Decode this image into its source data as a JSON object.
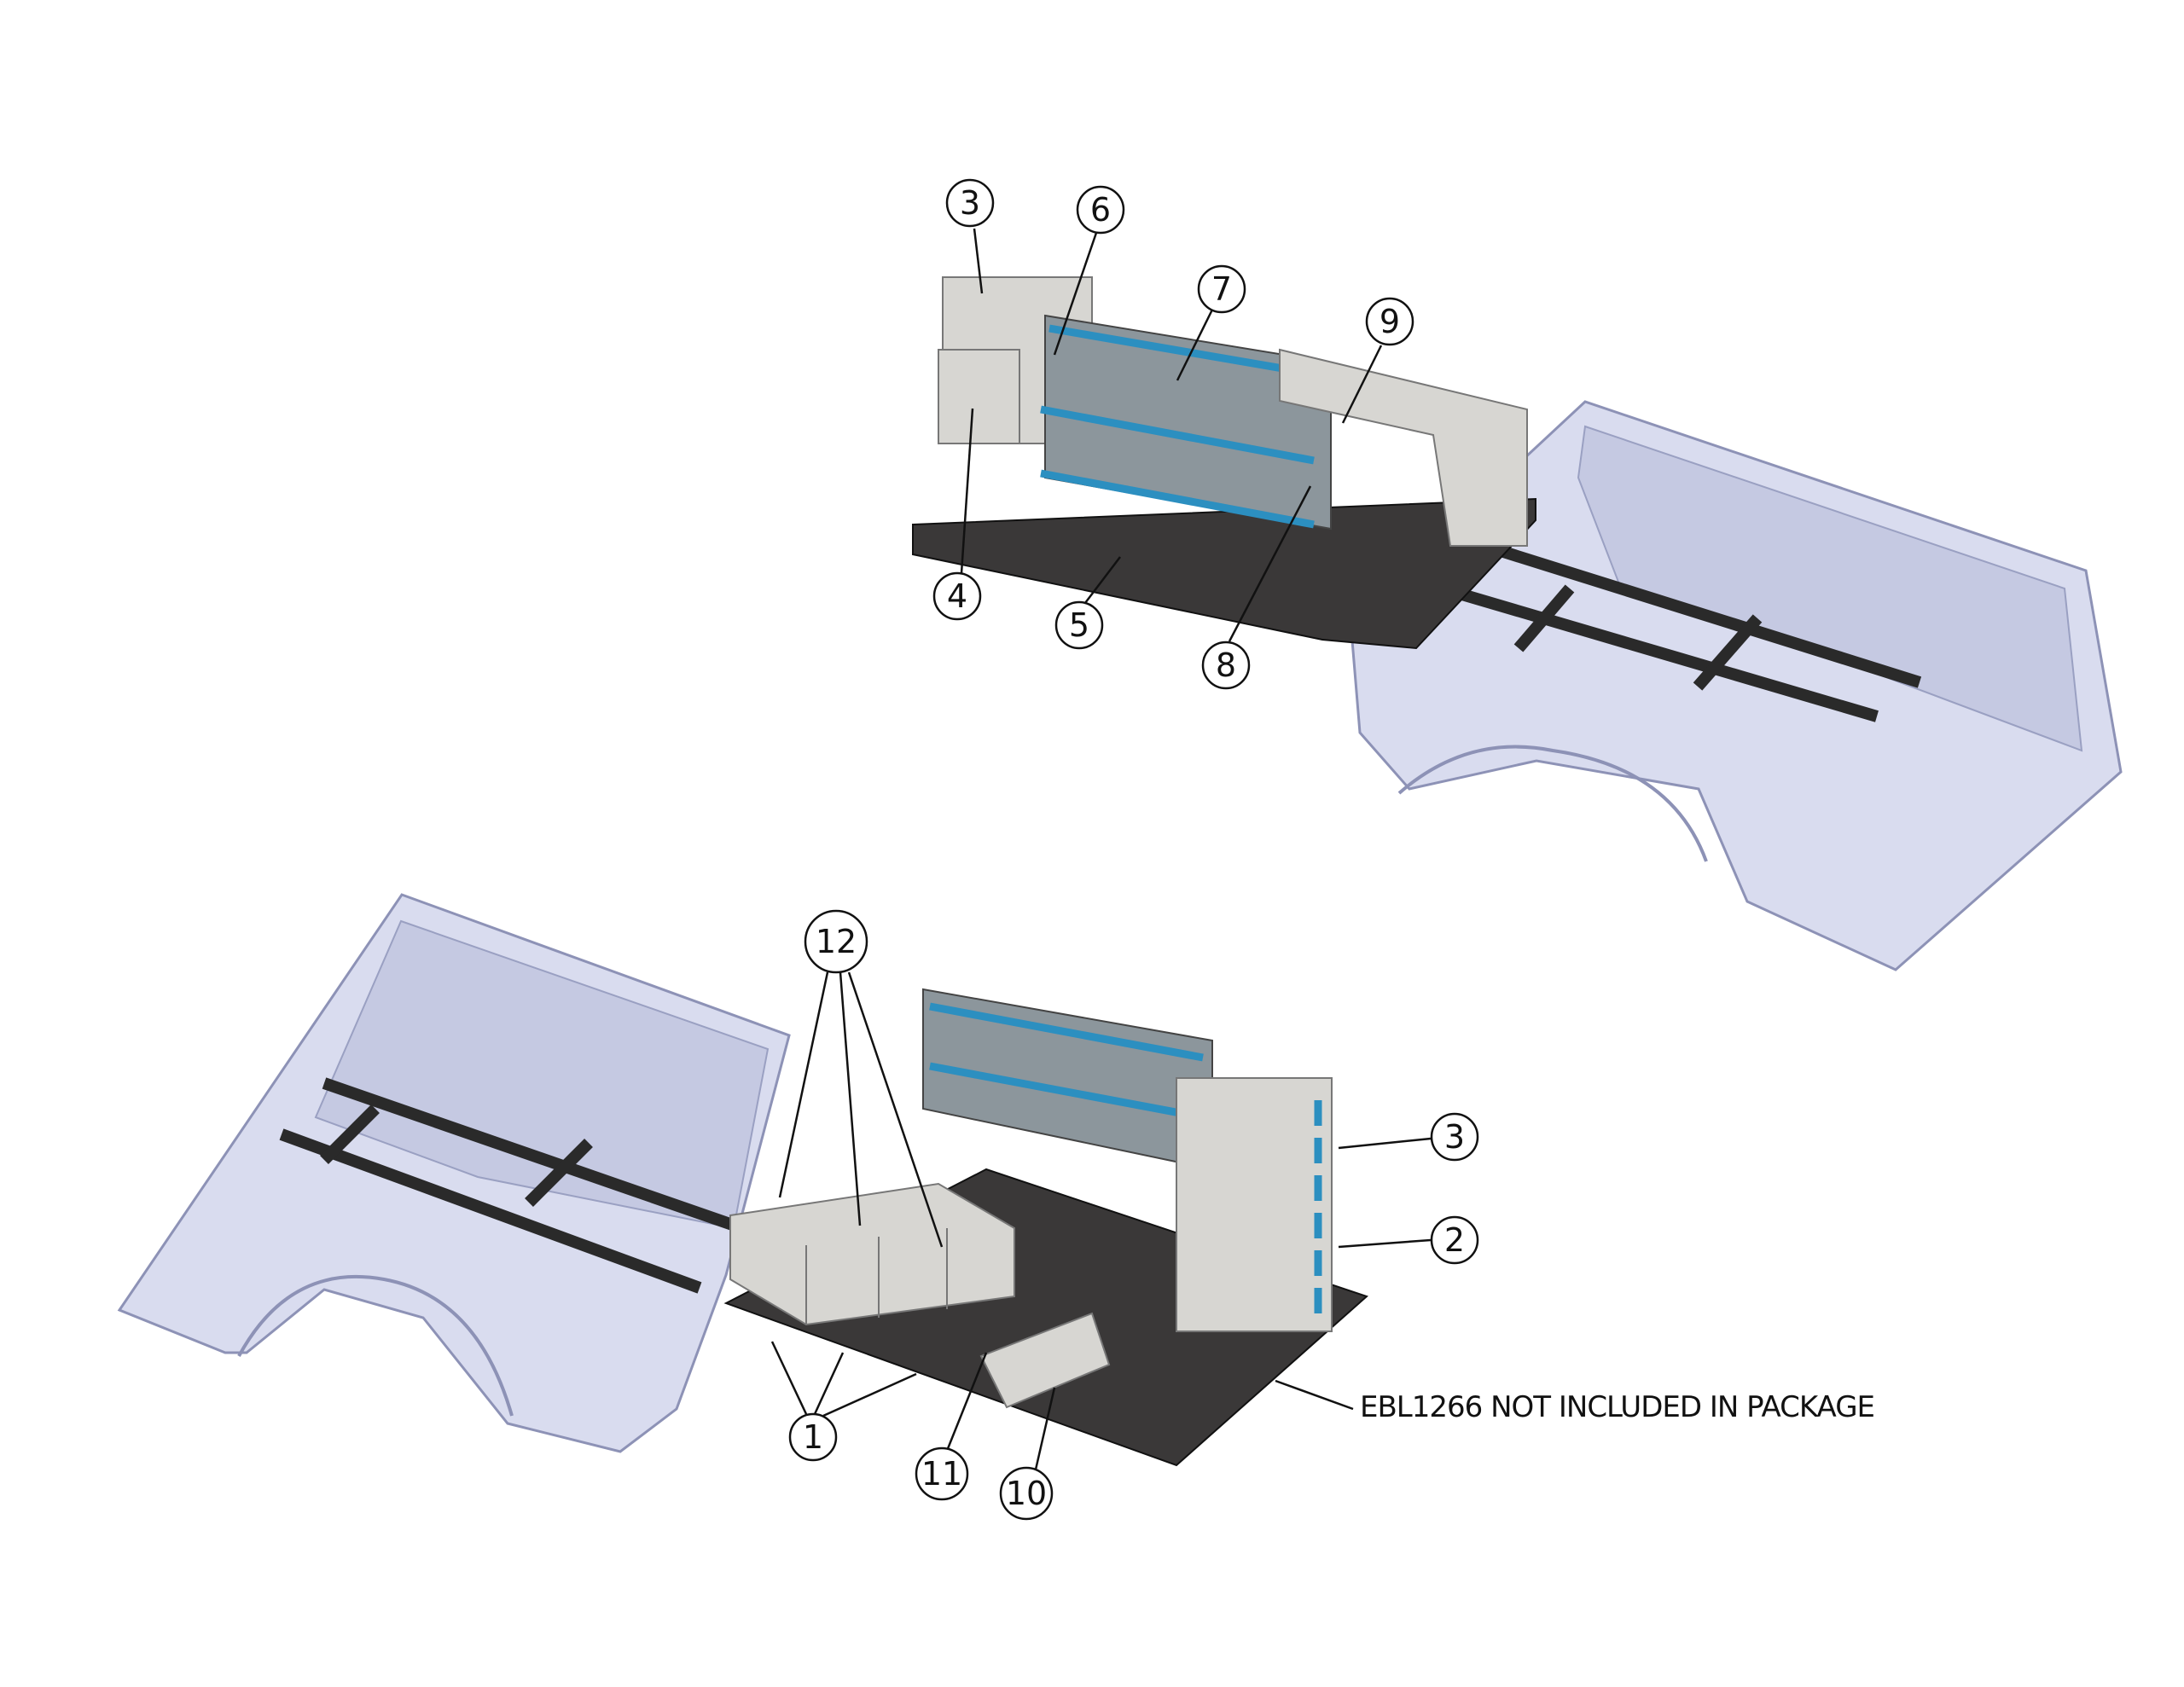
{
  "upper_view": {
    "balloons": [
      "3",
      "6",
      "7",
      "9",
      "4",
      "5",
      "8"
    ]
  },
  "lower_view": {
    "balloons": [
      "12",
      "3",
      "2",
      "1",
      "11",
      "10"
    ],
    "note": "EBL1266 NOT INCLUDED IN PACKAGE"
  },
  "colors": {
    "truck_bed": "#d9dcef",
    "tray": "#3a3838",
    "cabinet": "#d7d6d2",
    "accent_blue": "#2c8fc0"
  }
}
